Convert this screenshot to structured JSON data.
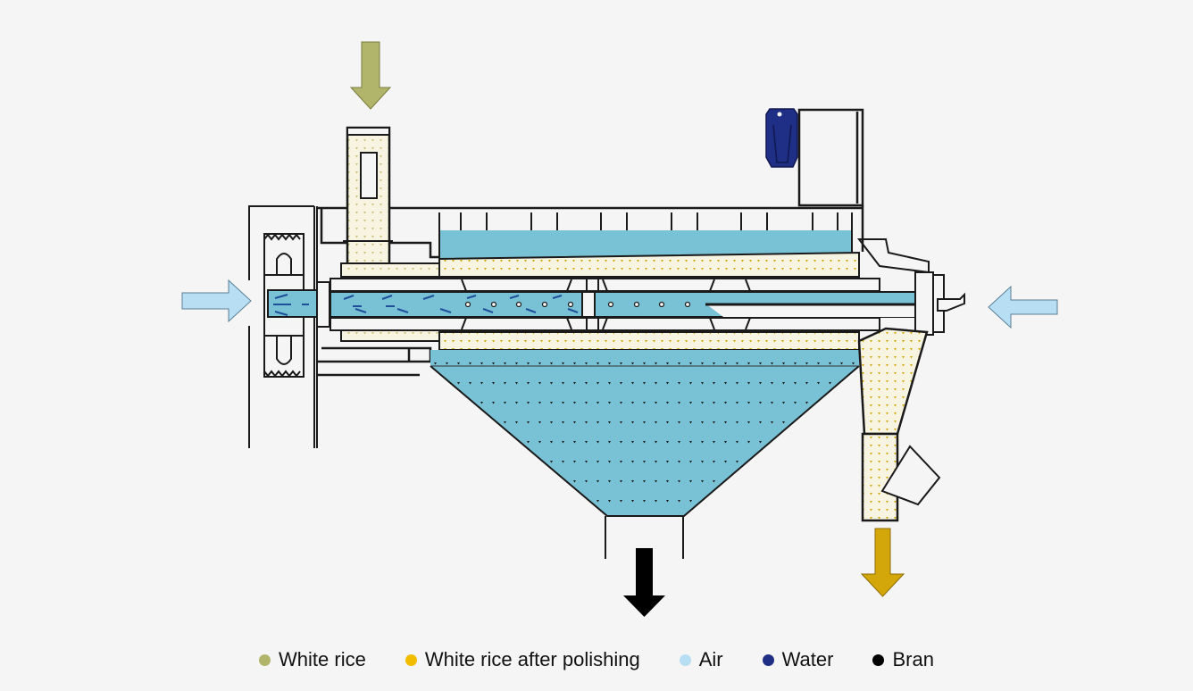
{
  "diagram": {
    "title": "Rice polishing machine flow diagram",
    "components": [
      "rice-inlet-hopper",
      "pulley",
      "main-shaft",
      "polishing-rollers",
      "water-tank",
      "water-filter",
      "bran-hopper",
      "polished-rice-outlet"
    ],
    "flows": [
      {
        "name": "white-rice-inlet",
        "direction": "down",
        "color": "#b1b56b"
      },
      {
        "name": "air-inlet-left",
        "direction": "right",
        "color": "#b7def2"
      },
      {
        "name": "air-inlet-right",
        "direction": "left",
        "color": "#b7def2"
      },
      {
        "name": "bran-outlet",
        "direction": "down",
        "color": "#000000"
      },
      {
        "name": "polished-rice-outlet",
        "direction": "down",
        "color": "#d3a60a"
      }
    ]
  },
  "colors": {
    "white_rice": "#b1b56b",
    "polished_rice": "#d3a60a",
    "air": "#b7def2",
    "water": "#1f2f86",
    "bran": "#000000",
    "chamber": "#79c2d5",
    "fill": "#f8f4e2"
  },
  "legend": [
    {
      "label": "White rice",
      "color": "#b1b56b"
    },
    {
      "label": "White rice after polishing",
      "color": "#f2bd00"
    },
    {
      "label": "Air",
      "color": "#b7def2"
    },
    {
      "label": "Water",
      "color": "#1f2f86"
    },
    {
      "label": "Bran",
      "color": "#000000"
    }
  ]
}
